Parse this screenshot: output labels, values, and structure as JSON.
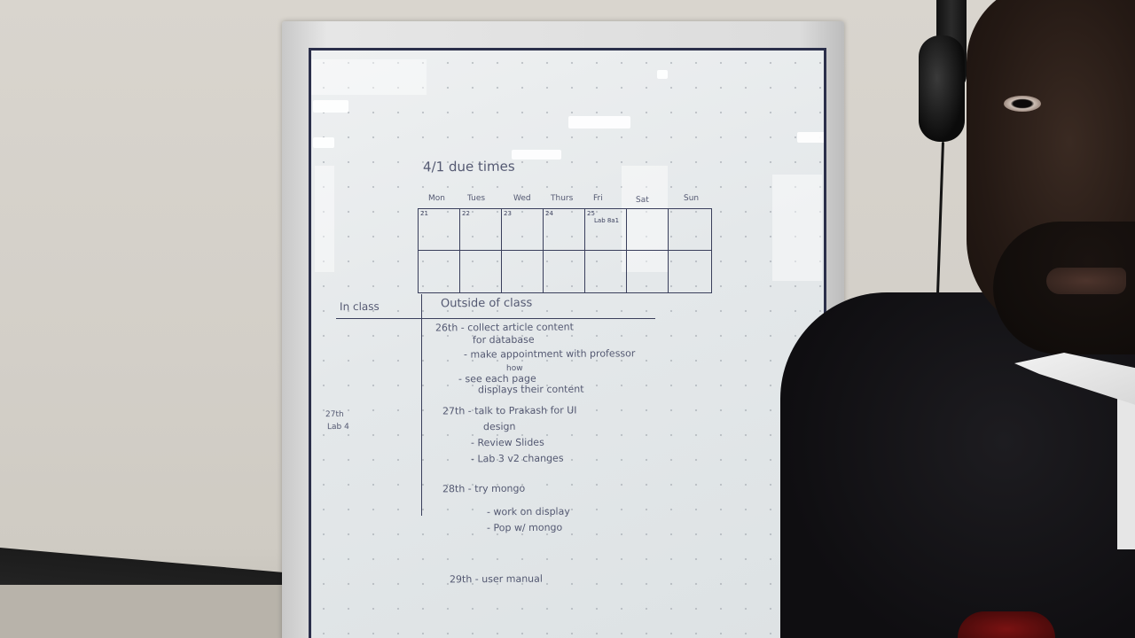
{
  "board": {
    "title": "4/1 due times",
    "days": [
      "Mon",
      "Tues",
      "Wed",
      "Thurs",
      "Fri",
      "Sat",
      "Sun"
    ],
    "calendar": {
      "row1": [
        {
          "num": "21",
          "label": ""
        },
        {
          "num": "22",
          "label": ""
        },
        {
          "num": "23",
          "label": ""
        },
        {
          "num": "24",
          "label": ""
        },
        {
          "num": "25",
          "label": "Lab 8a1"
        },
        {
          "num": "",
          "label": ""
        },
        {
          "num": "",
          "label": ""
        }
      ],
      "row2": [
        {
          "num": "",
          "label": ""
        },
        {
          "num": "",
          "label": ""
        },
        {
          "num": "",
          "label": ""
        },
        {
          "num": "",
          "label": ""
        },
        {
          "num": "",
          "label": ""
        },
        {
          "num": "",
          "label": ""
        },
        {
          "num": "",
          "label": ""
        }
      ]
    },
    "in_class_header": "In class",
    "outside_header": "Outside of class",
    "in_class_note": "27th",
    "in_class_note2": "Lab 4",
    "lines": [
      "26th - collect article content",
      "for database",
      "- make appointment with professor",
      "how",
      "- see each page",
      "displays their content",
      "27th - talk to Prakash for UI",
      "design",
      "- Review Slides",
      "- Lab 3 v2 changes",
      "28th - try mongo",
      "- work on display",
      "- Pop w/ mongo",
      "29th - user manual"
    ]
  }
}
